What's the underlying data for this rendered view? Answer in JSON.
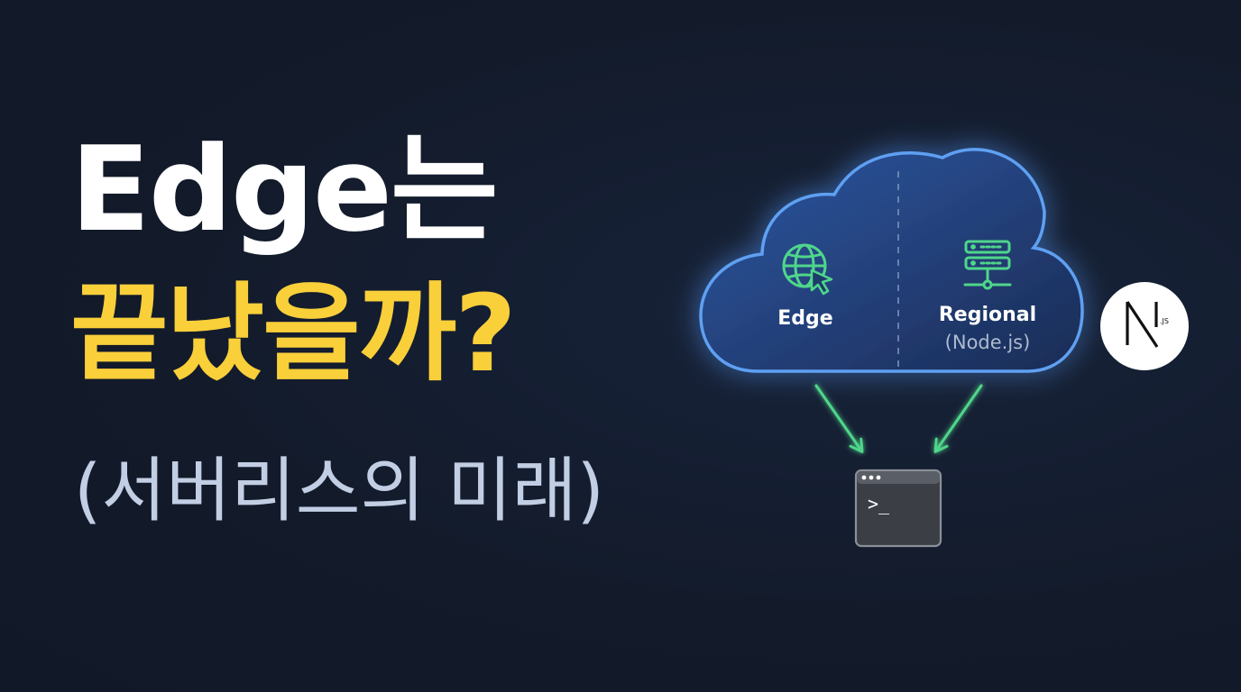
{
  "headline": {
    "line1": "Edge는",
    "line2": "끝났을까?",
    "line3": "(서버리스의 미래)"
  },
  "diagram": {
    "edge_label": "Edge",
    "regional_label": "Regional",
    "regional_sub": "(Node.js)",
    "terminal_prompt": ">_",
    "badge_suffix": ".JS",
    "badge_letter": "N"
  },
  "colors": {
    "background": "#141c2c",
    "headline_white": "#ffffff",
    "headline_yellow": "#f9cf3a",
    "subtitle": "#c2cee4",
    "cloud_stroke": "#4f8fe6",
    "arrow": "#4fd68a",
    "icon_green": "#4fd68a"
  },
  "icons": {
    "edge": "globe-cursor-icon",
    "regional": "server-stack-icon",
    "terminal": "terminal-window-icon",
    "badge": "nextjs-logo-icon"
  }
}
